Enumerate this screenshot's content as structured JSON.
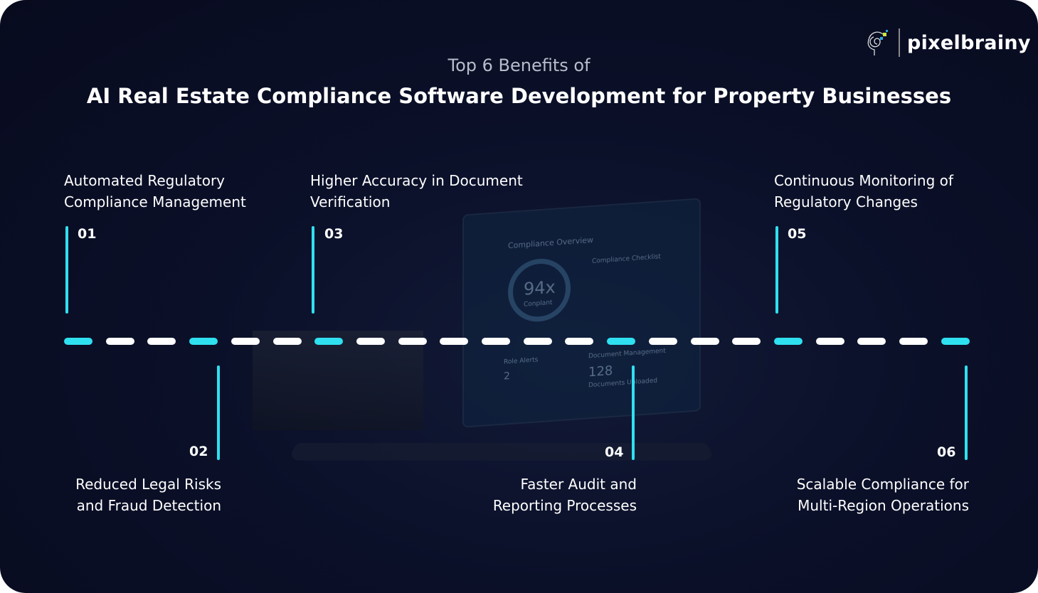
{
  "header": {
    "subtitle": "Top 6 Benefits of",
    "title": "AI Real Estate Compliance Software Development for Property Businesses"
  },
  "logo": {
    "wordmark": "pixelbrainy"
  },
  "benefits": [
    {
      "num": "01",
      "line1": "Automated Regulatory",
      "line2": "Compliance Management"
    },
    {
      "num": "02",
      "line1": "Reduced Legal Risks",
      "line2": "and Fraud Detection"
    },
    {
      "num": "03",
      "line1": "Higher Accuracy in Document",
      "line2": "Verification"
    },
    {
      "num": "04",
      "line1": "Faster Audit and",
      "line2": "Reporting Processes"
    },
    {
      "num": "05",
      "line1": "Continuous Monitoring of",
      "line2": "Regulatory Changes"
    },
    {
      "num": "06",
      "line1": "Scalable Compliance for",
      "line2": "Multi-Region Operations"
    }
  ],
  "colors": {
    "accent": "#2fe0f0",
    "background": "#0b1029"
  },
  "laptop_screen": {
    "heading": "Compliance Overview",
    "gauge_value": "94x",
    "gauge_label": "Conplant",
    "checklist_title": "Compliance Checklist",
    "alerts_title": "Role Alerts",
    "alerts_value": "2",
    "docs_title": "Document Management",
    "docs_value": "128",
    "docs_label": "Documents Uploaded"
  }
}
